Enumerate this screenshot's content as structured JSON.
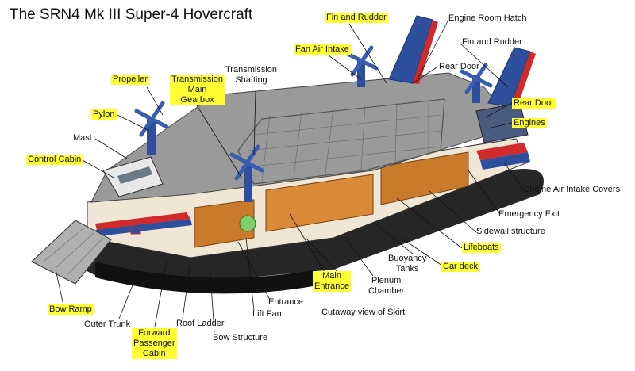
{
  "title": "The SRN4 Mk III Super-4 Hovercraft",
  "labels": {
    "fin_rudder_top": "Fin and Rudder",
    "engine_room_hatch": "Engine Room Hatch",
    "fin_rudder_right": "Fin and Rudder",
    "fan_air_intake": "Fan Air Intake",
    "rear_door_top": "Rear Door",
    "transmission_shafting_1": "Transmission",
    "transmission_shafting_2": "Shafting",
    "propeller": "Propeller",
    "transmission_gearbox_1": "Transmission",
    "transmission_gearbox_2": "Main",
    "transmission_gearbox_3": "Gearbox",
    "rear_door_right": "Rear Door",
    "pylon": "Pylon",
    "engines": "Engines",
    "mast": "Mast",
    "control_cabin": "Control Cabin",
    "engine_air_intake_covers": "Engine Air Intake Covers",
    "emergency_exit": "Emergency Exit",
    "sidewall_structure": "Sidewall structure",
    "lifeboats": "Lifeboats",
    "buoyancy_tanks_1": "Buoyancy",
    "buoyancy_tanks_2": "Tanks",
    "car_deck": "Car deck",
    "main_entrance_1": "Main",
    "main_entrance_2": "Entrance",
    "plenum_chamber_1": "Plenum",
    "plenum_chamber_2": "Chamber",
    "entrance": "Entrance",
    "bow_ramp": "Bow Ramp",
    "lift_fan": "Lift Fan",
    "outer_trunk": "Outer Trunk",
    "roof_ladder": "Roof Ladder",
    "cutaway_skirt": "Cutaway view of Skirt",
    "forward_cabin_1": "Forward",
    "forward_cabin_2": "Passenger",
    "forward_cabin_3": "Cabin",
    "bow_structure": "Bow Structure"
  },
  "colors": {
    "highlight": "#ffff33",
    "hull_dark": "#2b2b2b",
    "deck": "#9a9a9a",
    "cabin_orange": "#c97a2a",
    "fin_blue": "#2d4f9e",
    "fin_red": "#d02a2a"
  }
}
